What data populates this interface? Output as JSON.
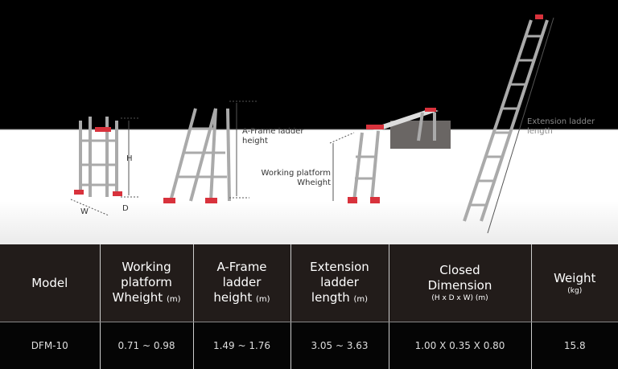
{
  "diagram": {
    "labels": {
      "h": "H",
      "w": "W",
      "d": "D",
      "aframe": [
        "A-Frame ladder",
        "height"
      ],
      "platform": [
        "Working platform",
        "Wheight"
      ],
      "extension": [
        "Extension ladder",
        "length"
      ]
    }
  },
  "table": {
    "headers": [
      {
        "lines": [
          "Model"
        ],
        "unit": ""
      },
      {
        "lines": [
          "Working",
          "platform",
          "Wheight"
        ],
        "unit": "(m)"
      },
      {
        "lines": [
          "A-Frame",
          "ladder",
          "height"
        ],
        "unit": "(m)"
      },
      {
        "lines": [
          "Extension",
          "ladder",
          "length"
        ],
        "unit": "(m)"
      },
      {
        "lines": [
          "Closed",
          "Dimension"
        ],
        "unit": "(H x D x W) (m)"
      },
      {
        "lines": [
          "Weight"
        ],
        "unit": "(kg)"
      }
    ],
    "rows": [
      [
        "DFM-10",
        "0.71 ~ 0.98",
        "1.49 ~ 1.76",
        "3.05 ~ 3.63",
        "1.00 X 0.35 X 0.80",
        "15.8"
      ]
    ]
  },
  "colors": {
    "accent": "#d8323c",
    "header_bg": "#221c1a",
    "row_bg": "#050505"
  }
}
